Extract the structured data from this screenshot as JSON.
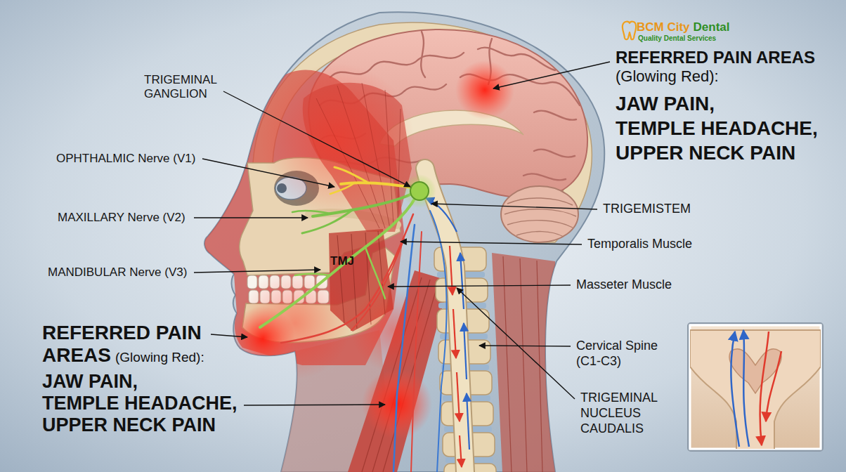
{
  "diagram": {
    "labels": [
      "BCM City",
      "Dental",
      "Quality Dental Services",
      "REFERRED PAIN AREAS",
      "(Glowing Red):",
      "JAW PAIN,",
      "TEMPLE HEADACHE,",
      "UPPER NECK PAIN",
      "TRIGEMINAL GANGLION",
      "OPHTHALMIC Nerve (V1)",
      "MAXILLARY Nerve (V2)",
      "MANDIBULAR Nerve (V3)",
      "TMJ",
      "REFERRED PAIN AREAS",
      "(Glowing Red):",
      "JAW PAIN,",
      "TEMPLE HEADACHE,",
      "UPPER NECK PAIN",
      "TRIGEMISTEM",
      "Temporalis Muscle",
      "Masseter Muscle",
      "Cervical Spine (C1-C3)",
      "TRIGEMINAL NUCLEUS CAUDALIS"
    ]
  }
}
